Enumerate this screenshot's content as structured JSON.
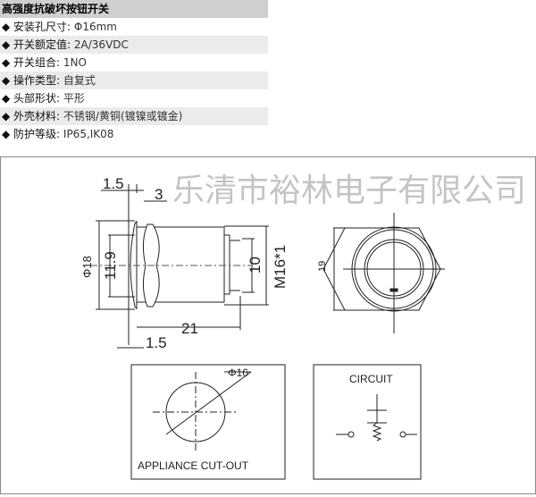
{
  "title": "高强度抗破坏按钮开关",
  "specs": [
    {
      "label": "◆ 安装孔尺寸: ",
      "value": "Φ16mm"
    },
    {
      "label": "◆ 开关额定值: ",
      "value": "2A/36VDC"
    },
    {
      "label": "◆ 开关组合: ",
      "value": "1NO"
    },
    {
      "label": "◆ 操作类型: ",
      "value": "自复式"
    },
    {
      "label": "◆ 头部形状: ",
      "value": "平形"
    },
    {
      "label": "◆ 外壳材料: ",
      "value": "不锈钢/黄铜(镀镍或镀金)"
    },
    {
      "label": "◆ 防护等级: ",
      "value": "IP65,IK08"
    }
  ],
  "drawing": {
    "watermark": "乐清市裕林电子有限公司",
    "dims": {
      "d1": "1.5",
      "d2": "3",
      "d3": "Φ18",
      "d4": "11.9",
      "d5": "10",
      "d6": "M16*1",
      "d7": "21",
      "d8": "1.5",
      "d9": "19",
      "d10": "Φ16"
    },
    "cutout_label": "APPLIANCE CUT-OUT",
    "circuit_label": "CIRCUIT"
  }
}
